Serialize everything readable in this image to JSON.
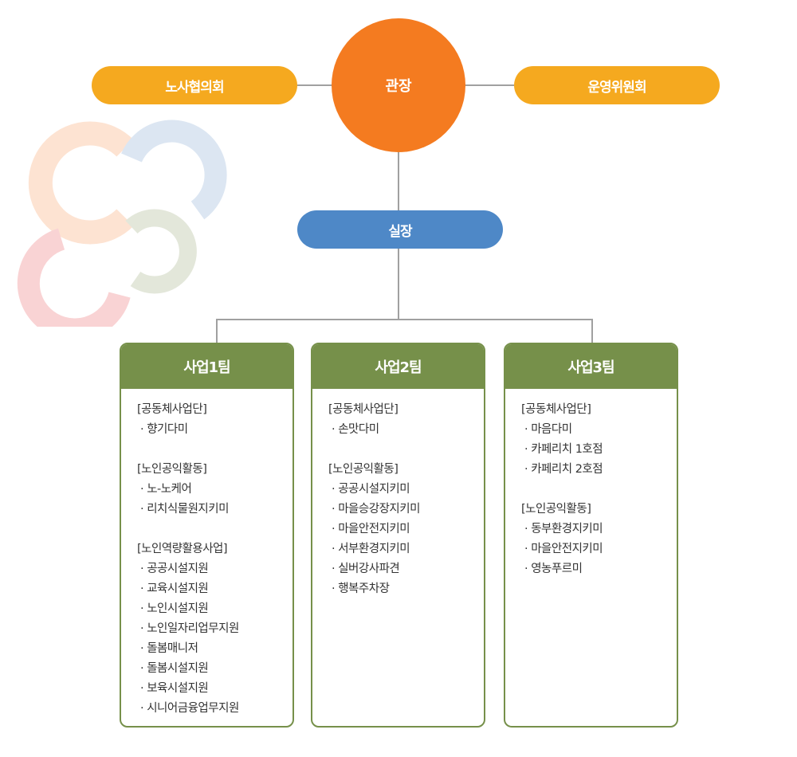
{
  "top": {
    "left": "노사협의회",
    "center": "관장",
    "right": "운영위원회"
  },
  "middle": "실장",
  "colors": {
    "orange": "#f47b20",
    "yellow": "#f5a91f",
    "blue": "#4e88c7",
    "green": "#76904a"
  },
  "teams": [
    {
      "name": "사업1팀",
      "groups": [
        {
          "title": "[공동체사업단]",
          "items": [
            "향기다미"
          ]
        },
        {
          "title": "[노인공익활동]",
          "items": [
            "노-노케어",
            "리치식물원지키미"
          ]
        },
        {
          "title": "[노인역량활용사업]",
          "items": [
            "공공시설지원",
            "교육시설지원",
            "노인시설지원",
            "노인일자리업무지원",
            "돌봄매니저",
            "돌봄시설지원",
            "보육시설지원",
            "시니어금융업무지원"
          ]
        }
      ]
    },
    {
      "name": "사업2팀",
      "groups": [
        {
          "title": "[공동체사업단]",
          "items": [
            "손맛다미"
          ]
        },
        {
          "title": "[노인공익활동]",
          "items": [
            "공공시설지키미",
            "마을승강장지키미",
            "마을안전지키미",
            "서부환경지키미",
            "실버강사파견",
            "행복주차장"
          ]
        }
      ]
    },
    {
      "name": "사업3팀",
      "groups": [
        {
          "title": "[공동체사업단]",
          "items": [
            "마음다미",
            "카페리치 1호점",
            "카페리치 2호점"
          ]
        },
        {
          "title": "[노인공익활동]",
          "items": [
            "동부환경지키미",
            "마을안전지키미",
            "영농푸르미"
          ]
        }
      ]
    }
  ]
}
